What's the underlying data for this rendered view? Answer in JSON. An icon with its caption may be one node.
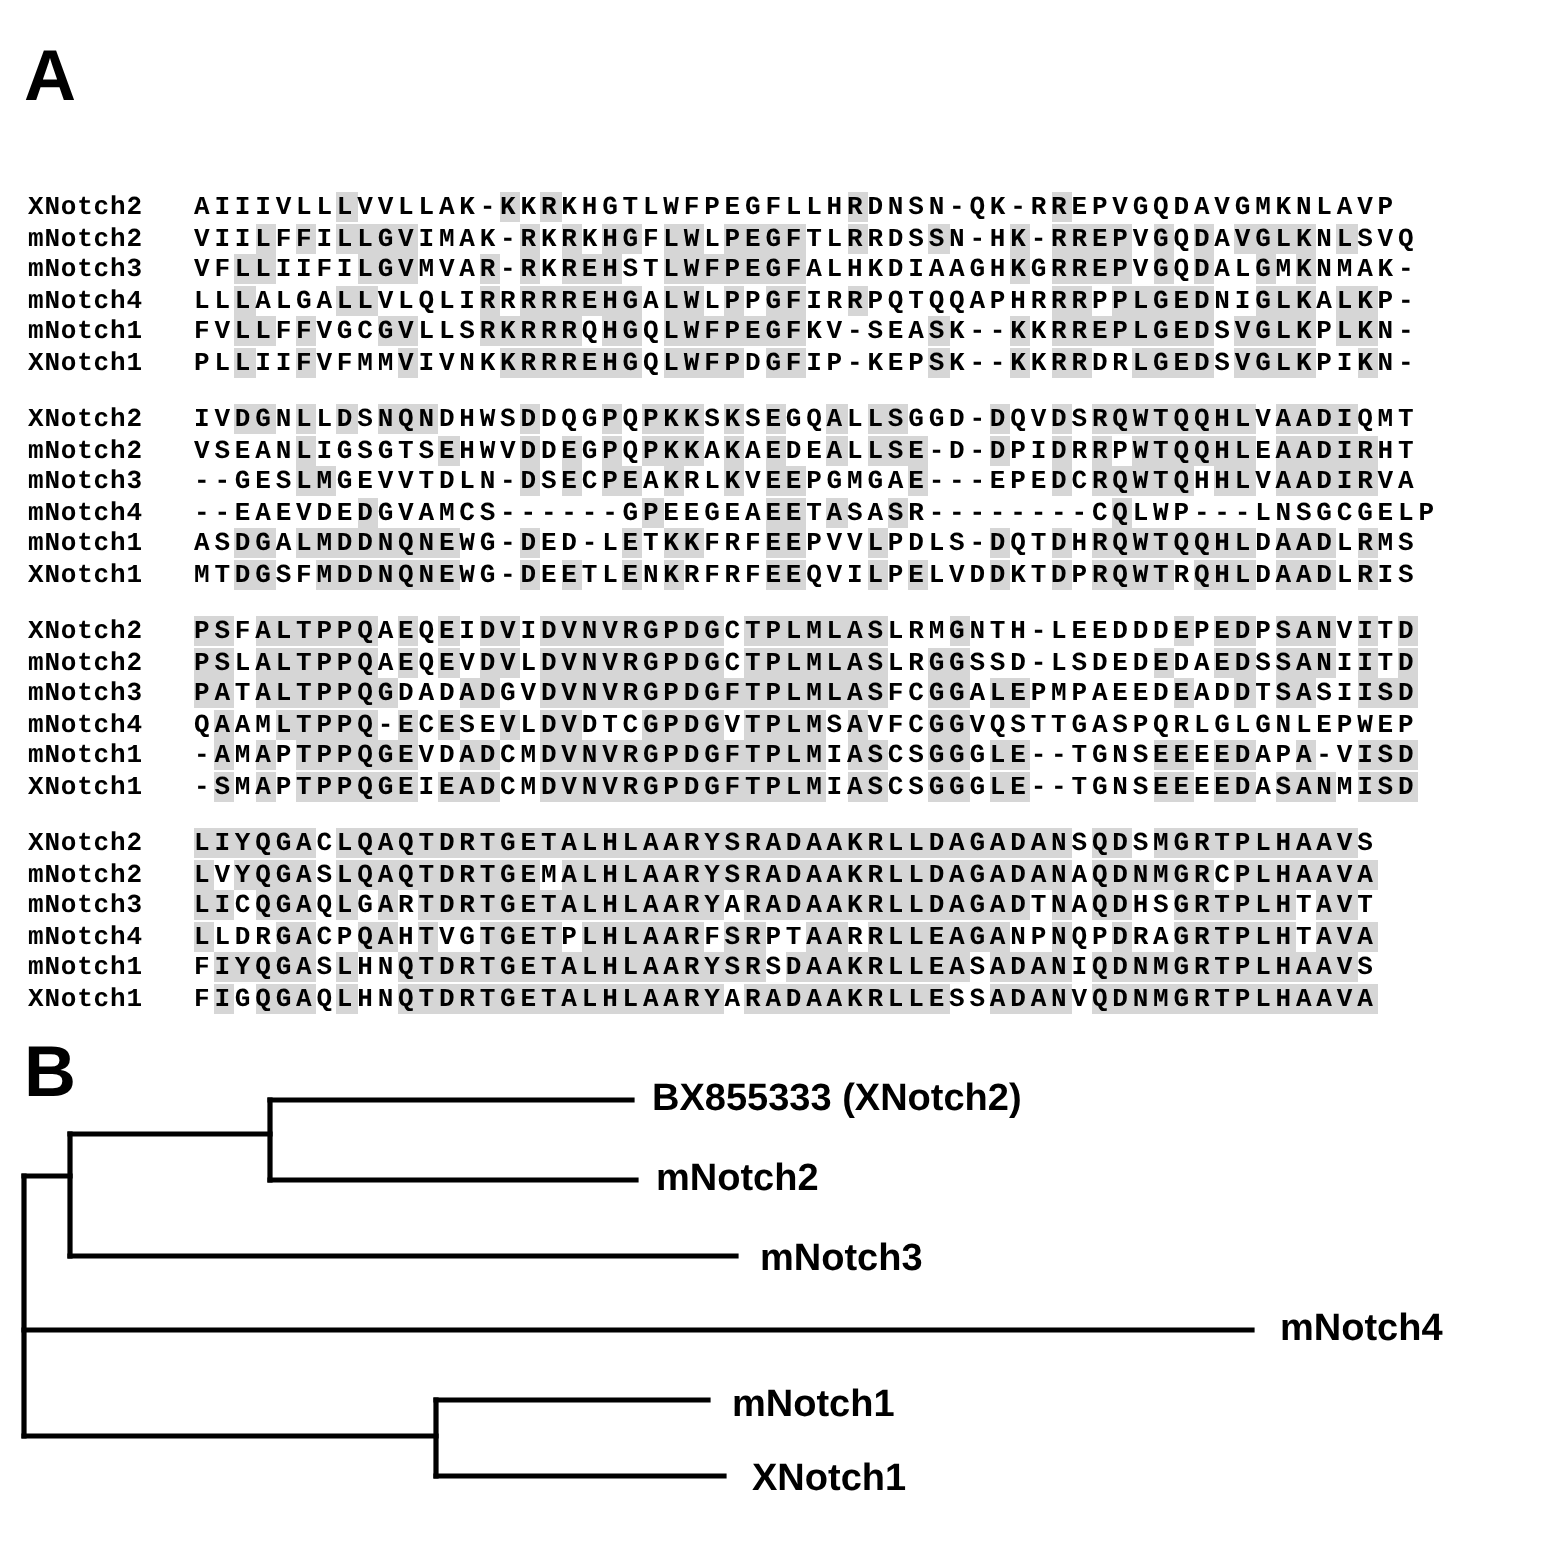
{
  "diagram": {
    "labels": [
      "A",
      "XNotch2",
      "AIIIVLLLVVLLAK-KKRKHGTLWFPEGFLLHRDNSN-QK-RREPVGQDAVGMKNLAVP",
      "mNotch2",
      "VIILFFILLGVIMAK-RKRKHGFLWLPEGFTLRRDSSN-HK-RREPVGQDAVGLKNLSVQ",
      "mNotch3",
      "VFLLIIFILGVMVAR-RKREHSTLWFPEGFALHKDIAAGHKGRREPVGQDALGMKNMAK-",
      "mNotch4",
      "LLLALGALLVLQLIRRRRREHGALWLPPGFIRRPQTQQAPHRRRPPLGEDNIGLKALKP-",
      "mNotch1",
      "FVLLFFVGCGVLLSRKRRRQHGQLWFPEGFKV-SEASK--KKRREPLGEDSVGLKPLKN-",
      "XNotch1",
      "PLLIIFVFMMVIVNKKRRREHGQLWFPDGFIP-KEPSK--KKRRDRLGEDSVGLKPIKN-",
      "XNotch2",
      "IVDGNLLDSNQNDHWSDDQGPQPKKSKSEGQALLSGGD-DQVDSRQWTQQHLVAADIQMT",
      "mNotch2",
      "VSEANLIGSGTSEHWVDDEGPQPKKAKAEDEALLSE-D-DPIDRRPWTQQHLEAADIRHT",
      "mNotch3",
      "--GESLMGEVVTDLN-DSECPEAKRLKVEEPGMGAE---EPEDCRQWTQHHLVAADIRVA",
      "mNotch4",
      "--EAEVDEDGVAMCS------GPEEGEAEETASASR--------CQLWP---LNSGCGELP",
      "mNotch1",
      "ASDGALMDDNQNEWG-DED-LETKKFRFEEPVVLPDLS-DQTDHRQWTQQHLDAADLRMS",
      "XNotch1",
      "MTDGSFMDDNQNEWG-DEETLENKRFRFEEQVILPELVDDKTDPRQWTRQHLDAADLRIS",
      "XNotch2",
      "PSFALTPPQAEQEIDVIDVNVRGPDGCTPLMLASLRMGNTH-LEEDDDEPEDPSANVITD",
      "mNotch2",
      "PSLALTPPQAEQEVDVLDVNVRGPDGCTPLMLASLRGGSSD-LSDEDEDAEDSSANIITD",
      "mNotch3",
      "PATALTPPQGDADADGVDVNVRGPDGFTPLMLASFCGGALEPMPAEEDEADDTSASIISD",
      "mNotch4",
      "QAAMLTPPQ-ECESEVLDVDTCGPDGVTPLMSAVFCGGVQSTTGASPQRLGLGNLEPWEP",
      "mNotch1",
      "-AMAPTPPQGEVDADCMDVNVRGPDGFTPLMIASCSGGGLE--TGNSEEEEDAPA-VISD",
      "XNotch1",
      "-SMAPTPPQGEIEADCMDVNVRGPDGFTPLMIASCSGGGLE--TGNSEEEEDASANMISD",
      "XNotch2",
      "LIYQGACLQAQTDRTGETALHLAARYSRADAAKRLLDAGADANSQDSMGRTPLHAAVS",
      "mNotch2",
      "LVYQGASLQAQTDRTGEMALHLAARYSRADAAKRLLDAGADANAQDNMGRCPLHAAVA",
      "mNotch3",
      "LICQGAQLGARTDRTGETALHLAARYARADAAKRLLDAGADTNAQDHSGRTPLHTAVT",
      "mNotch4",
      "LLDRGACPQAHTVGTGETPLHLAARFSRPTAARRLLEAGANPNQPDRAGRTPLHTAVA",
      "mNotch1",
      "FIYQGASLHNQTDRTGETALHLAARYSRSDAAKRLLEASADANIQDNMGRTPLHAAVS",
      "XNotch1",
      "FIGQGAQLHNQTDRTGETALHLAARYARADAAKRLLESSADANVQDNMGRTPLHAAVA",
      "B",
      "BX855333 (XNotch2)",
      "mNotch2",
      "mNotch3",
      "mNotch4",
      "mNotch1",
      "XNotch1"
    ]
  }
}
